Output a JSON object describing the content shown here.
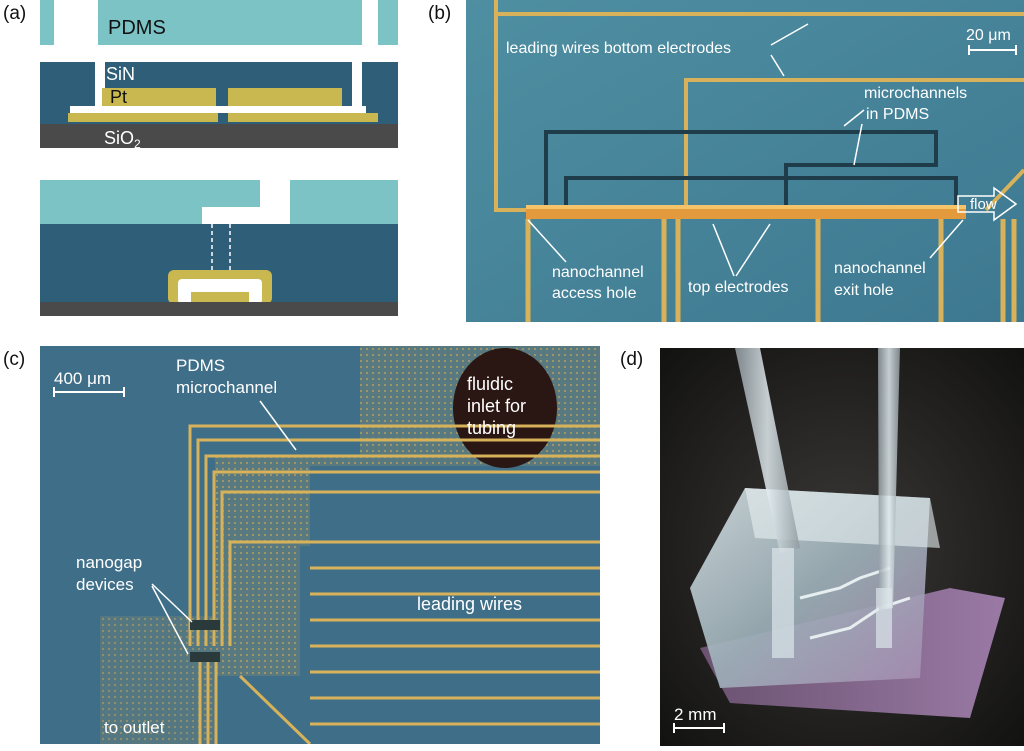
{
  "panels": {
    "a": {
      "label": "(a)",
      "layers": {
        "pdms": "PDMS",
        "sin": "SiN",
        "pt": "Pt",
        "sio2_base": "SiO",
        "sio2_sub": "2"
      }
    },
    "b": {
      "label": "(b)",
      "scale": "20 μm",
      "annotations": {
        "leading_wires": "leading wires bottom electrodes",
        "micro_line1": "microchannels",
        "micro_line2": "in PDMS",
        "flow": "flow",
        "access_line1": "nanochannel",
        "access_line2": "access hole",
        "top_electrodes": "top electrodes",
        "exit_line1": "nanochannel",
        "exit_line2": "exit hole"
      }
    },
    "c": {
      "label": "(c)",
      "scale": "400 μm",
      "annotations": {
        "pdms_line1": "PDMS",
        "pdms_line2": "microchannel",
        "fluidic_line1": "fluidic",
        "fluidic_line2": "inlet for",
        "fluidic_line3": "tubing",
        "nanogap_line1": "nanogap",
        "nanogap_line2": "devices",
        "leading_wires": "leading wires",
        "to_outlet": "to outlet"
      }
    },
    "d": {
      "label": "(d)",
      "scale": "2 mm"
    }
  },
  "colors": {
    "pdms": "#7cc3c6",
    "sin": "#2f5f78",
    "pt": "#c9b84f",
    "sio2": "#4a4a4a",
    "micrograph": "#3f6f88",
    "gold": "#d7b25a",
    "glass": "#c8d6dc"
  }
}
